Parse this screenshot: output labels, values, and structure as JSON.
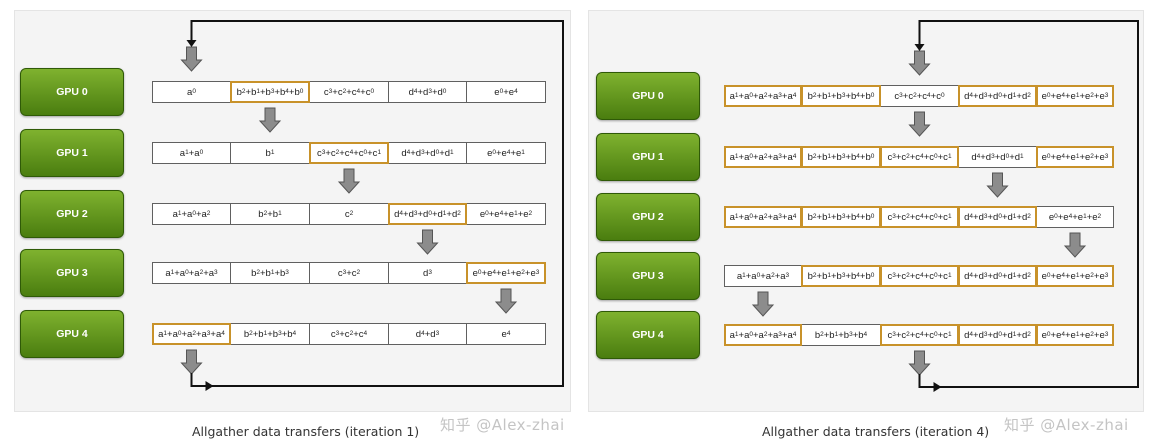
{
  "panels": [
    {
      "caption": "Allgather data transfers (iteration 1)",
      "watermark": "知乎 @Alex-zhai",
      "gpus": [
        "GPU 0",
        "GPU 1",
        "GPU 2",
        "GPU 3",
        "GPU 4"
      ],
      "rows": [
        [
          "a_0",
          "b_2+b_1+b_3+b_4+b_0",
          "c_3+c_2+c_4+c_0",
          "d_4+d_3+d_0",
          "e_0+e_4"
        ],
        [
          "a_1+a_0",
          "b_1",
          "c_3+c_2+c_4+c_0+c_1",
          "d_4+d_3+d_0+d_1",
          "e_0+e_4+e_1"
        ],
        [
          "a_1+a_0+a_2",
          "b_2+b_1",
          "c_2",
          "d_4+d_3+d_0+d_1+d_2",
          "e_0+e_4+e_1+e_2"
        ],
        [
          "a_1+a_0+a_2+a_3",
          "b_2+b_1+b_3",
          "c_3+c_2",
          "d_3",
          "e_0+e_4+e_1+e_2+e_3"
        ],
        [
          "a_1+a_0+a_2+a_3+a_4",
          "b_2+b_1+b_3+b_4",
          "c_3+c_2+c_4",
          "d_4+d_3",
          "e_4"
        ]
      ],
      "highlights": [
        [
          1
        ],
        [
          2
        ],
        [
          3
        ],
        [
          4
        ],
        [
          0
        ]
      ]
    },
    {
      "caption": "Allgather data transfers (iteration 4)",
      "watermark": "知乎 @Alex-zhai",
      "gpus": [
        "GPU 0",
        "GPU 1",
        "GPU 2",
        "GPU 3",
        "GPU 4"
      ],
      "rows": [
        [
          "a_1+a_0+a_2+a_3+a_4",
          "b_2+b_1+b_3+b_4+b_0",
          "c_3+c_2+c_4+c_0",
          "d_4+d_3+d_0+d_1+d_2",
          "e_0+e_4+e_1+e_2+e_3"
        ],
        [
          "a_1+a_0+a_2+a_3+a_4",
          "b_2+b_1+b_3+b_4+b_0",
          "c_3+c_2+c_4+c_0+c_1",
          "d_4+d_3+d_0+d_1",
          "e_0+e_4+e_1+e_2+e_3"
        ],
        [
          "a_1+a_0+a_2+a_3+a_4",
          "b_2+b_1+b_3+b_4+b_0",
          "c_3+c_2+c_4+c_0+c_1",
          "d_4+d_3+d_0+d_1+d_2",
          "e_0+e_4+e_1+e_2"
        ],
        [
          "a_1+a_0+a_2+a_3",
          "b_2+b_1+b_3+b_4+b_0",
          "c_3+c_2+c_4+c_0+c_1",
          "d_4+d_3+d_0+d_1+d_2",
          "e_0+e_4+e_1+e_2+e_3"
        ],
        [
          "a_1+a_0+a_2+a_3+a_4",
          "b_2+b_1+b_3+b_4",
          "c_3+c_2+c_4+c_0+c_1",
          "d_4+d_3+d_0+d_1+d_2",
          "e_0+e_4+e_1+e_2+e_3"
        ]
      ],
      "highlights": [
        [
          0,
          1,
          3,
          4
        ],
        [
          0,
          1,
          2,
          4
        ],
        [
          0,
          1,
          2,
          3
        ],
        [
          1,
          2,
          3,
          4
        ],
        [
          0,
          2,
          3,
          4
        ]
      ]
    }
  ],
  "colors": {
    "gpu_top": "#7fb22f",
    "gpu_bottom": "#4a7d0f",
    "highlight_border": "#c8922a",
    "arrow_fill": "#8c8c8c"
  },
  "icons": {
    "transfer": "down-arrow-icon",
    "loop": "ring-loop-arrow-icon"
  }
}
